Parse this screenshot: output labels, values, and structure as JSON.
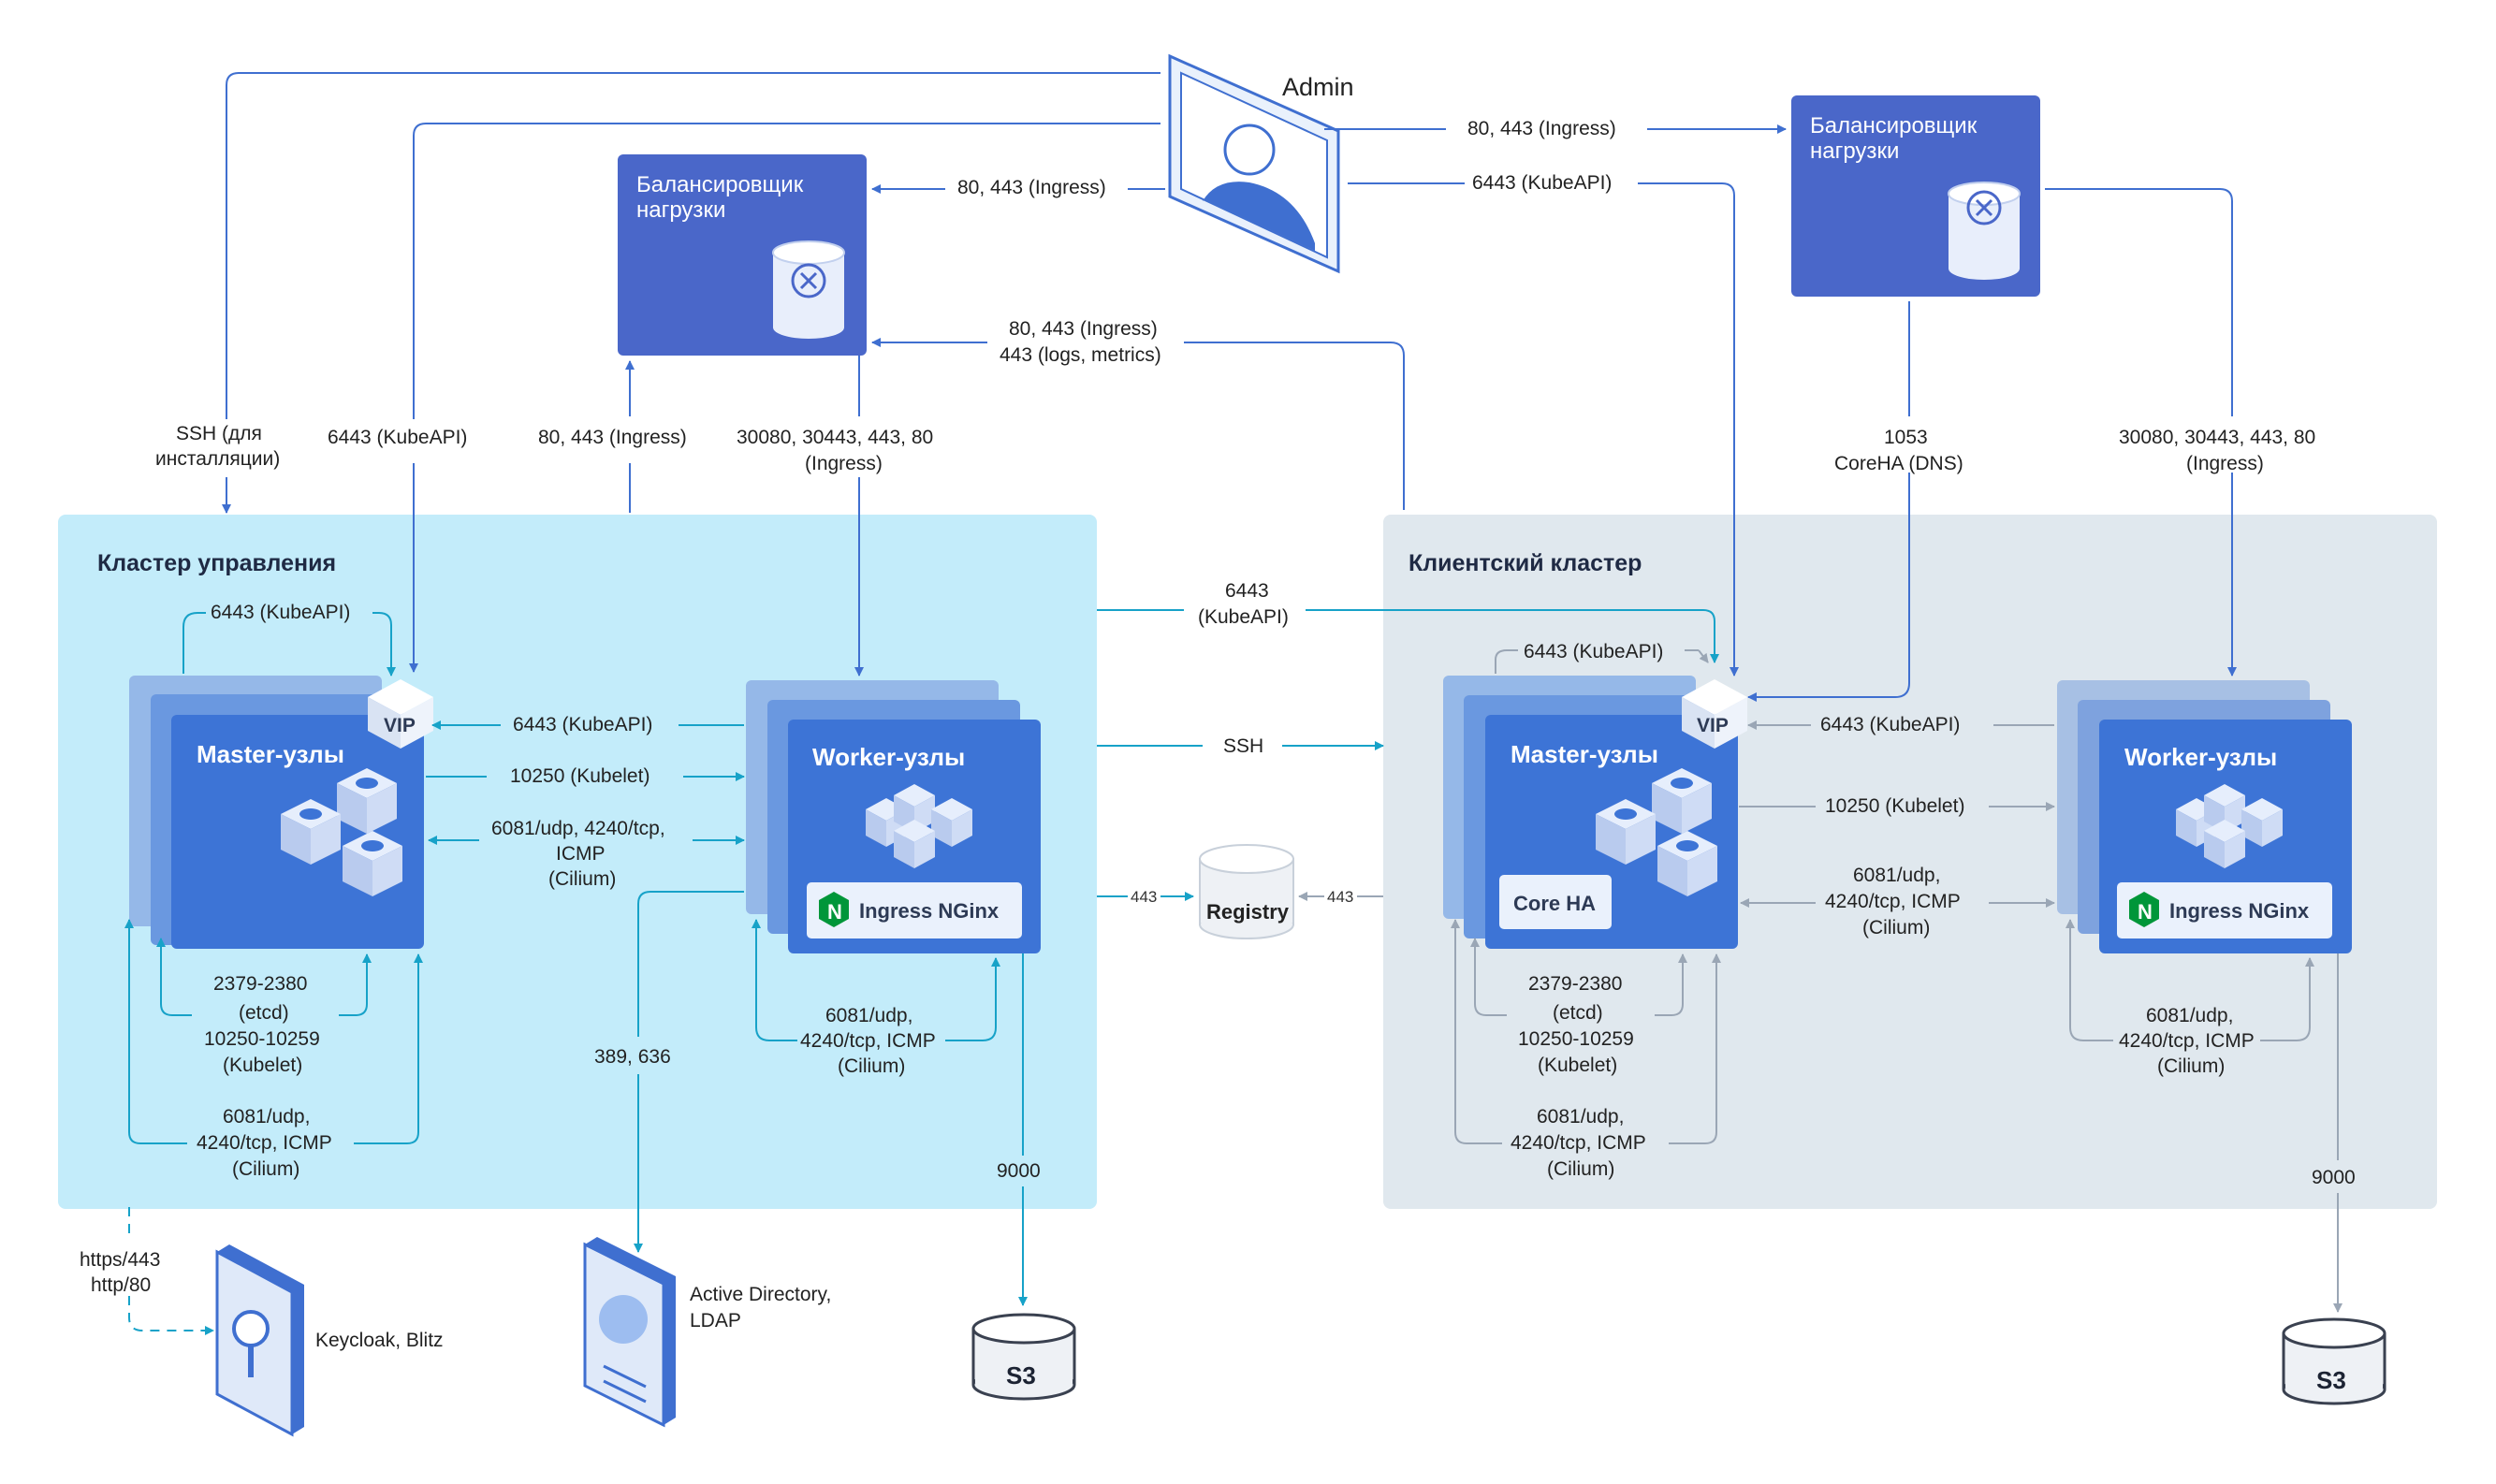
{
  "admin": {
    "label": "Admin"
  },
  "clusters": {
    "management": {
      "title": "Кластер управления"
    },
    "client": {
      "title": "Клиентский кластер"
    }
  },
  "load_balancers": {
    "left": {
      "title_line1": "Балансировщик",
      "title_line2": "нагрузки"
    },
    "right": {
      "title_line1": "Балансировщик",
      "title_line2": "нагрузки"
    }
  },
  "nodes": {
    "mgmt_master": {
      "title": "Master-узлы",
      "vip": "VIP"
    },
    "mgmt_worker": {
      "title": "Worker-узлы",
      "ingress": "Ingress NGinx"
    },
    "client_master": {
      "title": "Master-узлы",
      "vip": "VIP",
      "core_ha": "Core HA"
    },
    "client_worker": {
      "title": "Worker-узлы",
      "ingress": "Ingress NGinx"
    }
  },
  "storage": {
    "registry": "Registry",
    "s3_left": "S3",
    "s3_right": "S3"
  },
  "external": {
    "keycloak": "Keycloak, Blitz",
    "ad_line1": "Active Directory,",
    "ad_line2": "LDAP"
  },
  "connections": {
    "admin_ssh_1": "SSH (для",
    "admin_ssh_2": "инсталляции)",
    "admin_kubeapi_left": "6443 (KubeAPI)",
    "mgmt_to_lb": "80, 443 (Ingress)",
    "admin_to_lb_left": "80, 443 (Ingress)",
    "lb_left_to_worker_1": "30080, 30443, 443, 80",
    "lb_left_to_worker_2": "(Ingress)",
    "client_to_lb_1": "80, 443 (Ingress)",
    "client_to_lb_2": "443 (logs, metrics)",
    "admin_to_lb_right": "80, 443 (Ingress)",
    "admin_kubeapi_right": "6443 (KubeAPI)",
    "lb_right_dns_1": "1053",
    "lb_right_dns_2": "CoreHA (DNS)",
    "lb_right_to_worker_1": "30080, 30443, 443, 80",
    "lb_right_to_worker_2": "(Ingress)",
    "mgmt_self_kubeapi": "6443 (KubeAPI)",
    "mgmt_worker_kubeapi": "6443 (KubeAPI)",
    "mgmt_kubelet": "10250 (Kubelet)",
    "mgmt_cilium_1": "6081/udp, 4240/tcp,",
    "mgmt_cilium_2": "ICMP",
    "mgmt_cilium_3": "(Cilium)",
    "mgmt_etcd_1": "2379-2380",
    "mgmt_etcd_2": "(etcd)",
    "mgmt_etcd_3": "10250-10259",
    "mgmt_etcd_4": "(Kubelet)",
    "mgmt_master_cilium_1": "6081/udp,",
    "mgmt_master_cilium_2": "4240/tcp, ICMP",
    "mgmt_master_cilium_3": "(Cilium)",
    "mgmt_worker_cilium_1": "6081/udp,",
    "mgmt_worker_cilium_2": "4240/tcp, ICMP",
    "mgmt_worker_cilium_3": "(Cilium)",
    "ldap": "389, 636",
    "s3_left_port": "9000",
    "keycloak_1": "https/443",
    "keycloak_2": "http/80",
    "cross_kubeapi_1": "6443",
    "cross_kubeapi_2": "(KubeAPI)",
    "cross_ssh": "SSH",
    "registry_left": "443",
    "registry_right": "443",
    "client_self_kubeapi": "6443 (KubeAPI)",
    "client_worker_kubeapi": "6443 (KubeAPI)",
    "client_kubelet": "10250 (Kubelet)",
    "client_cilium_1": "6081/udp,",
    "client_cilium_2": "4240/tcp, ICMP",
    "client_cilium_3": "(Cilium)",
    "client_etcd_1": "2379-2380",
    "client_etcd_2": "(etcd)",
    "client_etcd_3": "10250-10259",
    "client_etcd_4": "(Kubelet)",
    "client_master_cilium_1": "6081/udp,",
    "client_master_cilium_2": "4240/tcp, ICMP",
    "client_master_cilium_3": "(Cilium)",
    "client_worker_cilium_1": "6081/udp,",
    "client_worker_cilium_2": "4240/tcp, ICMP",
    "client_worker_cilium_3": "(Cilium)",
    "s3_right_port": "9000"
  },
  "colors": {
    "mgmt_cluster_bg": "#c3ecfa",
    "client_cluster_bg": "#e0e8ee",
    "node_blue": "#3d74d6",
    "lb_blue": "#4a67c9",
    "line_blue": "#3f6fd0",
    "line_cyan": "#17a2c8",
    "line_gray": "#9aa6b5"
  }
}
